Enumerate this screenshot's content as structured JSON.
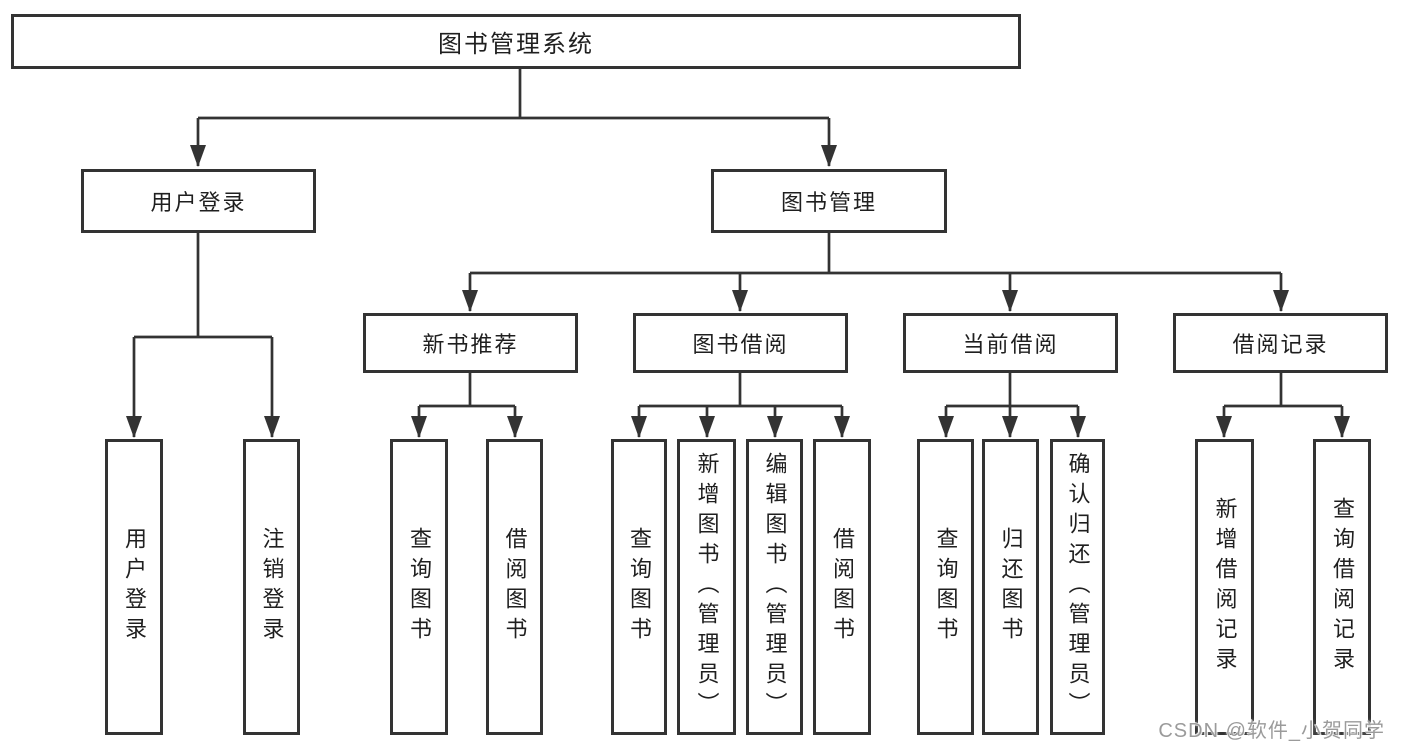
{
  "diagram": {
    "tree": {
      "label": "图书管理系统",
      "children": [
        {
          "label": "用户登录",
          "children": [
            {
              "label": "用户登录"
            },
            {
              "label": "注销登录"
            }
          ]
        },
        {
          "label": "图书管理",
          "children": [
            {
              "label": "新书推荐",
              "children": [
                {
                  "label": "查询图书"
                },
                {
                  "label": "借阅图书"
                }
              ]
            },
            {
              "label": "图书借阅",
              "children": [
                {
                  "label": "查询图书"
                },
                {
                  "label": "新增图书（管理员）"
                },
                {
                  "label": "编辑图书（管理员）"
                },
                {
                  "label": "借阅图书"
                }
              ]
            },
            {
              "label": "当前借阅",
              "children": [
                {
                  "label": "查询图书"
                },
                {
                  "label": "归还图书"
                },
                {
                  "label": "确认归还（管理员）"
                }
              ]
            },
            {
              "label": "借阅记录",
              "children": [
                {
                  "label": "新增借阅记录"
                },
                {
                  "label": "查询借阅记录"
                }
              ]
            }
          ]
        }
      ]
    }
  },
  "watermark": {
    "text": "CSDN @软件_小贺同学"
  },
  "colors": {
    "line": "#333333",
    "box_border": "#333333",
    "text": "#1f1f1f",
    "watermark": "#9b9b9b",
    "background": "#ffffff"
  }
}
